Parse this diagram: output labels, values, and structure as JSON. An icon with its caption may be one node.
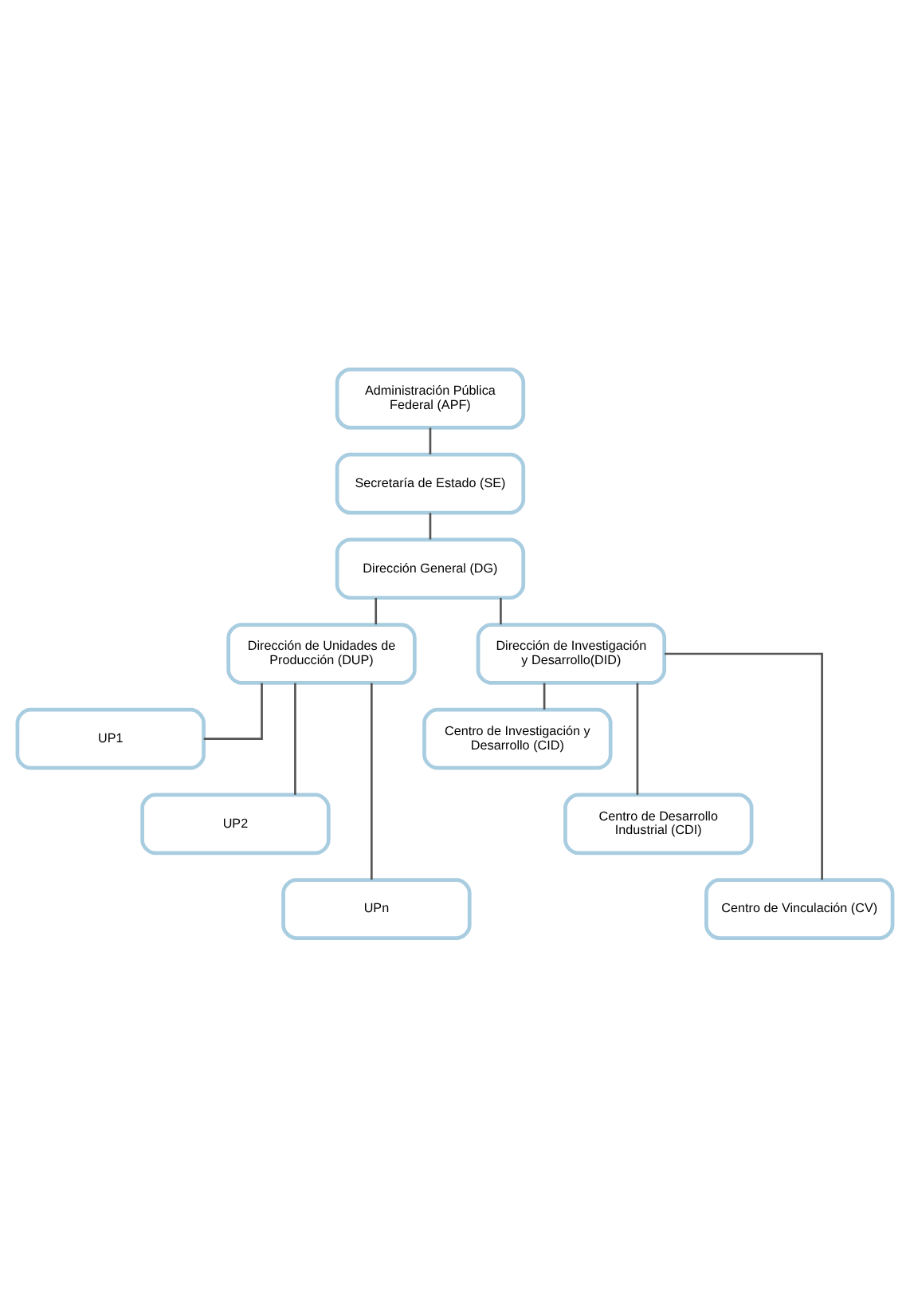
{
  "diagram": {
    "nodes": [
      {
        "text": [
          "Administración Pública Federal (APF)"
        ]
      },
      {
        "text": [
          "Secretaría de Estado (SE)"
        ]
      },
      {
        "text": [
          "Dirección General (DG)"
        ]
      },
      {
        "text": [
          "Dirección de Unidades de Producción (DUP)"
        ]
      },
      {
        "text": [
          "Dirección de Investigación y Desarrollo(DID)"
        ]
      },
      {
        "text": [
          "UP1"
        ]
      },
      {
        "text": [
          "UP2"
        ]
      },
      {
        "text": [
          "UPn"
        ]
      },
      {
        "text": [
          "Centro de Investigación y Desarrollo (CID)"
        ]
      },
      {
        "text": [
          "Centro de Desarrollo Industrial (CDI)"
        ]
      },
      {
        "text": [
          "Centro de Vinculación (CV)"
        ]
      }
    ],
    "edges": [
      {
        "from": 0,
        "to": 1,
        "arrow": "none"
      },
      {
        "from": 1,
        "to": 2,
        "arrow": "none"
      },
      {
        "from": 2,
        "to": 3,
        "arrow": "none"
      },
      {
        "from": 2,
        "to": 4,
        "arrow": "none"
      },
      {
        "from": 3,
        "to": 5,
        "arrow": "none"
      },
      {
        "from": 3,
        "to": 6,
        "arrow": "none"
      },
      {
        "from": 3,
        "to": 7,
        "arrow": "none"
      },
      {
        "from": 4,
        "to": 8,
        "arrow": "none"
      },
      {
        "from": 4,
        "to": 9,
        "arrow": "none"
      },
      {
        "from": 4,
        "to": 10,
        "arrow": "none"
      }
    ]
  }
}
